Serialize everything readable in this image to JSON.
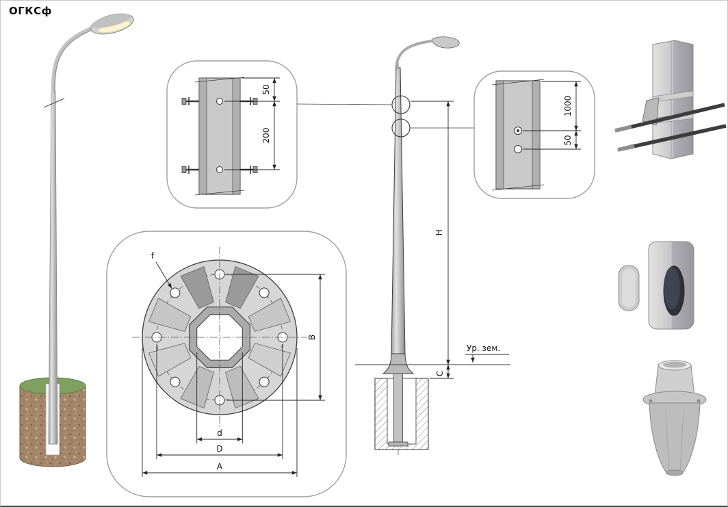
{
  "title": "ОГКСф",
  "colors": {
    "line": "#3b3b3b",
    "callout_border": "#9e9e9e",
    "metal_light": "#d6d6d6",
    "metal_mid": "#c0c0c0",
    "soil": "#a3866a",
    "grass": "#7fa05f"
  },
  "detail_mount": {
    "dim_edge": "50",
    "dim_spacing": "200"
  },
  "detail_hooks": {
    "dim_spacing": "1000",
    "dim_offset": "50"
  },
  "flange": {
    "hole_label": "f",
    "dim_holes_vertical": "B",
    "dim_inner_opening": "d",
    "dim_bolt_circle": "D",
    "dim_outer": "A"
  },
  "elevation": {
    "dim_height": "H",
    "dim_embed": "C",
    "ground_label": "Ур. зем."
  }
}
